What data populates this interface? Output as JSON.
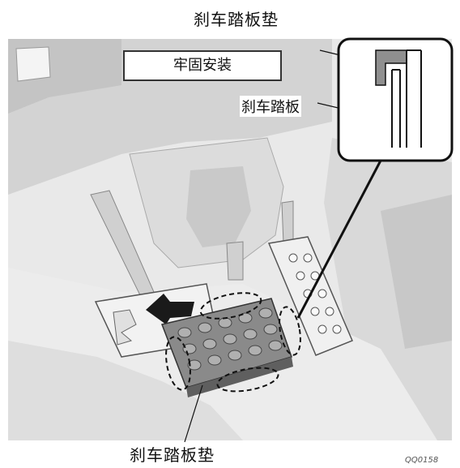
{
  "labels": {
    "top": "刹车踏板垫",
    "install": "牢固安装",
    "pedal": "刹车踏板",
    "bottom": "刹车踏板垫",
    "code": "QQ0158"
  },
  "colors": {
    "line": "#1a1a1a",
    "panel": "#e6e6e6",
    "shadow": "#bdbdbd",
    "pad": "#8a8a8a",
    "pad_dark": "#5f5f5f"
  }
}
